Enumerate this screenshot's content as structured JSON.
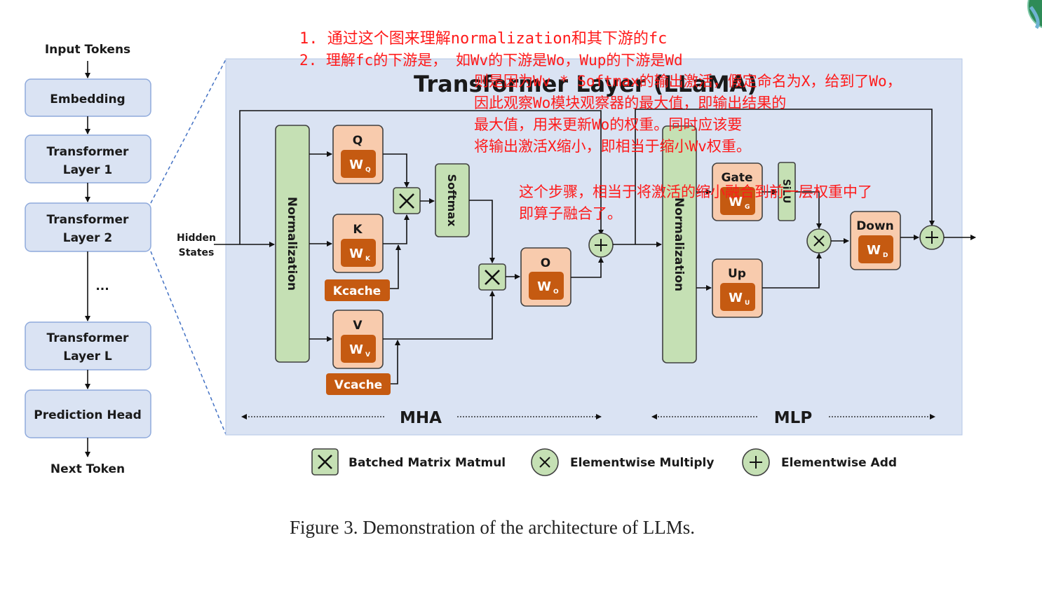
{
  "left_stack": {
    "input_label": "Input Tokens",
    "embedding": "Embedding",
    "layer1_a": "Transformer",
    "layer1_b": "Layer 1",
    "layer2_a": "Transformer",
    "layer2_b": "Layer 2",
    "ellipsis": "...",
    "layerL_a": "Transformer",
    "layerL_b": "Layer L",
    "prediction_head": "Prediction Head",
    "output_label": "Next Token"
  },
  "diagram": {
    "title": "Transformer Layer (LLaMA)",
    "hidden_states_a": "Hidden",
    "hidden_states_b": "States",
    "normalization": "Normalization",
    "q_label": "Q",
    "q_weight": "W",
    "q_sub": "Q",
    "k_label": "K",
    "k_weight": "W",
    "k_sub": "K",
    "v_label": "V",
    "v_weight": "W",
    "v_sub": "V",
    "kcache": "Kcache",
    "vcache": "Vcache",
    "softmax": "Softmax",
    "o_label": "O",
    "o_weight": "W",
    "o_sub": "O",
    "gate_label": "Gate",
    "gate_weight": "W",
    "gate_sub": "G",
    "silu": "SiLU",
    "up_label": "Up",
    "up_weight": "W",
    "up_sub": "U",
    "down_label": "Down",
    "down_weight": "W",
    "down_sub": "D",
    "mha": "MHA",
    "mlp": "MLP"
  },
  "legend": {
    "batched": "Batched Matrix Matmul",
    "multiply": "Elementwise Multiply",
    "add": "Elementwise Add"
  },
  "annotations": {
    "line1": "1. 通过这个图来理解normalization和其下游的fc",
    "line2": "2. 理解fc的下游是，  如Wv的下游是Wo，Wup的下游是Wd",
    "line3": "则是因为Wv * Softmax的输出激活，假定命名为X，给到了Wo，",
    "line4": "因此观察Wo模块观察器的最大值，即输出结果的",
    "line5": "最大值，用来更新Wo的权重。同时应该要",
    "line6": "将输出激活X缩小，即相当于缩小Wv权重。",
    "line7": "这个步骤，相当于将激活的缩小融合到前一层权重中了",
    "line8": "即算子融合了。"
  },
  "caption": "Figure 3. Demonstration of the architecture of LLMs.",
  "colors": {
    "panel": "#dae3f3",
    "box_blue": "#dae3f3",
    "box_blue_border": "#8faadc",
    "green": "#c5e0b4",
    "peach": "#f8cbad",
    "orange": "#c55a11",
    "annotation": "#ff1a1a"
  }
}
